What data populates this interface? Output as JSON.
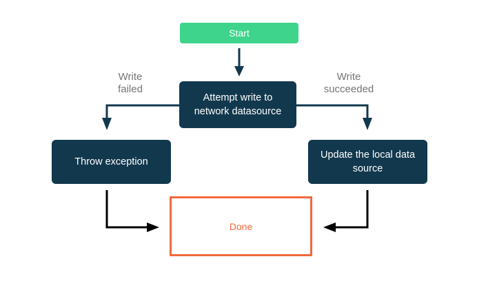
{
  "colors": {
    "background": "#FFFFFF",
    "green": "#3ED48B",
    "navy": "#12384E",
    "orange": "#F4693B",
    "label_gray": "#757575",
    "arrow_black": "#000000",
    "node_text_white": "#FFFFFF"
  },
  "diagram": {
    "type": "flowchart",
    "nodes": {
      "start": {
        "label": "Start",
        "shape": "rounded-rect",
        "fill": "#3ED48B",
        "text_color": "#FFFFFF"
      },
      "attempt": {
        "label": "Attempt write to network datasource",
        "shape": "rounded-rect",
        "fill": "#12384E",
        "text_color": "#FFFFFF"
      },
      "throw_exception": {
        "label": "Throw exception",
        "shape": "rounded-rect",
        "fill": "#12384E",
        "text_color": "#FFFFFF"
      },
      "update_local": {
        "label": "Update the local data source",
        "shape": "rounded-rect",
        "fill": "#12384E",
        "text_color": "#FFFFFF"
      },
      "done": {
        "label": "Done",
        "shape": "rect-outline",
        "fill": "#FFFFFF",
        "border_color": "#F4693B",
        "text_color": "#F4693B"
      }
    },
    "edges": [
      {
        "from": "start",
        "to": "attempt",
        "label_line1": "",
        "label_line2": ""
      },
      {
        "from": "attempt",
        "to": "throw_exception",
        "label_line1": "Write",
        "label_line2": "failed"
      },
      {
        "from": "attempt",
        "to": "update_local",
        "label_line1": "Write",
        "label_line2": "succeeded"
      },
      {
        "from": "throw_exception",
        "to": "done",
        "label_line1": "",
        "label_line2": ""
      },
      {
        "from": "update_local",
        "to": "done",
        "label_line1": "",
        "label_line2": ""
      }
    ]
  }
}
